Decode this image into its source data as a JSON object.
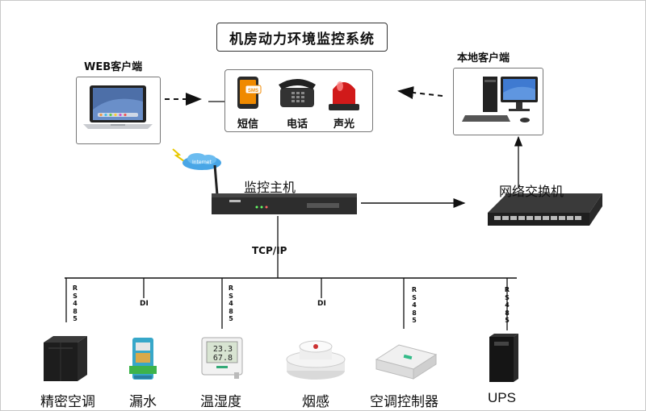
{
  "title": "机房动力环境监控系统",
  "web_client": {
    "label": "WEB客户端"
  },
  "local_client": {
    "label": "本地客户端"
  },
  "alarms": [
    {
      "label": "短信",
      "icon": "sms-phone-icon",
      "badge": "SMS"
    },
    {
      "label": "电话",
      "icon": "desk-phone-icon"
    },
    {
      "label": "声光",
      "icon": "alarm-siren-icon"
    }
  ],
  "host": {
    "label": "监控主机"
  },
  "switch": {
    "label": "网络交换机"
  },
  "internet": {
    "label": "Internet",
    "icon": "internet-cloud-icon"
  },
  "bus": {
    "label": "TCP/IP"
  },
  "devices": [
    {
      "label": "精密空调",
      "protocol": "RS485",
      "icon": "precision-ac-icon"
    },
    {
      "label": "漏水",
      "protocol": "DI",
      "icon": "water-leak-sensor-icon"
    },
    {
      "label": "温湿度",
      "protocol": "RS485",
      "icon": "temp-humidity-sensor-icon",
      "reading_top": "23.3",
      "reading_bottom": "67.8"
    },
    {
      "label": "烟感",
      "protocol": "DI",
      "icon": "smoke-detector-icon"
    },
    {
      "label": "空调控制器",
      "protocol": "RS485",
      "icon": "ac-controller-icon"
    },
    {
      "label": "UPS",
      "protocol": "RS485",
      "icon": "ups-icon"
    }
  ],
  "colors": {
    "line": "#111111",
    "accent_orange": "#f08a00",
    "siren_red": "#d11a1a"
  }
}
